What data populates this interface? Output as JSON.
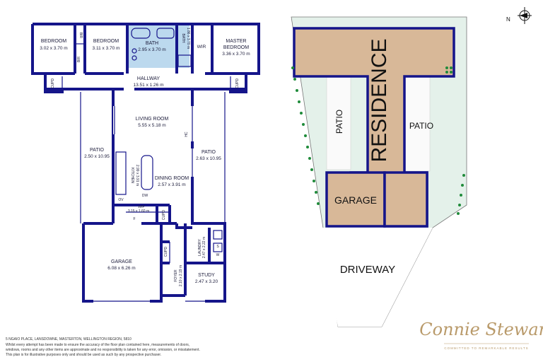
{
  "floorplan": {
    "rooms": [
      {
        "id": "bedroom1",
        "name": "BEDROOM",
        "size": "3.02 x 3.70 m"
      },
      {
        "id": "bir1",
        "name": "BIR"
      },
      {
        "id": "bir2",
        "name": "BIR"
      },
      {
        "id": "bedroom2",
        "name": "BEDROOM",
        "size": "3.11 x 3.70 m"
      },
      {
        "id": "bath1",
        "name": "BATH",
        "size": "2.95 x 3.70 m"
      },
      {
        "id": "bath2",
        "name": "BATH",
        "size": "1.86 x 3.70 m"
      },
      {
        "id": "wir",
        "name": "WIR"
      },
      {
        "id": "master",
        "name": "MASTER\nBEDROOM",
        "name_line1": "MASTER",
        "name_line2": "BEDROOM",
        "size": "3.36 x 3.70 m"
      },
      {
        "id": "hallway",
        "name": "HALLWAY",
        "size": "13.51 x 1.26 m"
      },
      {
        "id": "cupd_l",
        "name": "CUPD"
      },
      {
        "id": "cupd_r",
        "name": "CUPD"
      },
      {
        "id": "living",
        "name": "LIVING ROOM",
        "size": "5.55 x 5.18 m"
      },
      {
        "id": "patio_l",
        "name": "PATIO",
        "size": "2.50 x 10.95"
      },
      {
        "id": "patio_r",
        "name": "PATIO",
        "size": "2.63 x 10.95"
      },
      {
        "id": "kitchen",
        "name": "KITCHEN",
        "size": "2.99 x 3.91 m"
      },
      {
        "id": "dining",
        "name": "DINING ROOM",
        "size": "2.57 x 3.91 m"
      },
      {
        "id": "dw",
        "name": "DW"
      },
      {
        "id": "ov",
        "name": "OV"
      },
      {
        "id": "wip",
        "name": "WIP",
        "size": "3.15 x 1.60 m"
      },
      {
        "id": "f",
        "name": "F"
      },
      {
        "id": "cupd_c",
        "name": "CUPD"
      },
      {
        "id": "garage",
        "name": "GARAGE",
        "size": "6.08 x 6.26 m"
      },
      {
        "id": "cupd_f",
        "name": "CUPD"
      },
      {
        "id": "foyer",
        "name": "FOYER",
        "size": "2.10 x 2.19 m"
      },
      {
        "id": "laundry",
        "name": "LAUNDRY",
        "size": "2.47 x 2.22 m"
      },
      {
        "id": "study",
        "name": "STUDY",
        "size": "2.47 x 3.20"
      },
      {
        "id": "hc",
        "name": "HC"
      },
      {
        "id": "s",
        "name": "S"
      },
      {
        "id": "w",
        "name": "W"
      }
    ]
  },
  "siteplan": {
    "residence": "RESIDENCE",
    "garage": "GARAGE",
    "patio_left": "PATIO",
    "patio_right": "PATIO",
    "driveway": "DRIVEWAY",
    "north": "N"
  },
  "colors": {
    "wall": "#15158a",
    "residence_fill": "#d8b898",
    "lawn": "#e4f1ea",
    "bath_fill": "#bcd9ee",
    "brand_gold": "#b99a6a"
  },
  "footer": {
    "address": "5 NGAIO PLACE, LANSDOWNE, MASTERTON, WELLINGTON REGION, 5810",
    "line1": "Whilst every attempt has been made to ensure the accuracy of the floor plan contained here, measurements of doors,",
    "line2": "windows, rooms and any other items are approximate and no responsibility is taken for any error, omission, or misstatement.",
    "line3": "This plan is for illustrative purposes only and should be used as such by any prospective purchaser."
  },
  "brand": {
    "name": "Connie Stewart",
    "tagline": "COMMITTED TO REMARKABLE RESULTS"
  }
}
